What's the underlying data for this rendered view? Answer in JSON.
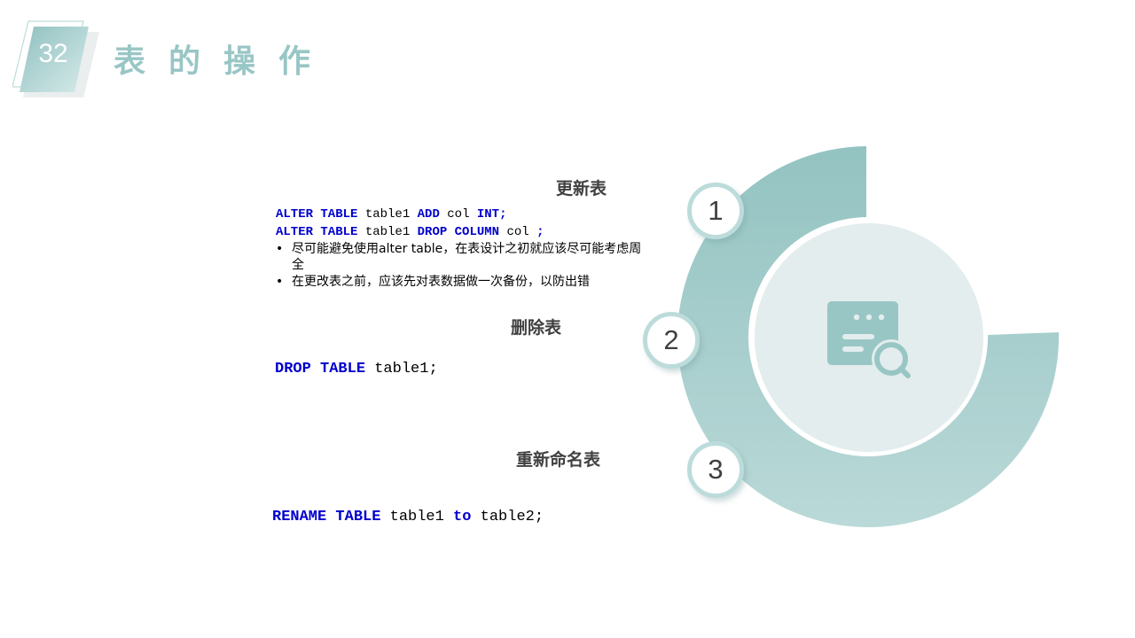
{
  "header": {
    "slide_number": "32",
    "title": "表的操作"
  },
  "sections": {
    "update": {
      "heading": "更新表",
      "code_line_1": {
        "kw1": "ALTER TABLE",
        "t1": " table1 ",
        "kw2": "ADD",
        "t2": " col ",
        "kw3": "INT;"
      },
      "code_line_2": {
        "kw1": "ALTER TABLE",
        "t1": " table1 ",
        "kw2": "DROP COLUMN",
        "t2": " col ",
        "kw3": ";"
      },
      "bullets": [
        "尽可能避免使用alter table，在表设计之初就应该尽可能考虑周全",
        "在更改表之前，应该先对表数据做一次备份，以防出错"
      ]
    },
    "drop": {
      "heading": "删除表",
      "code": {
        "kw": "DROP TABLE",
        "rest": " table1;"
      }
    },
    "rename": {
      "heading": "重新命名表",
      "code": {
        "kw1": "RENAME TABLE",
        "t1": " table1 ",
        "kw2": "to",
        "t2": " table2;"
      }
    }
  },
  "steps": [
    "1",
    "2",
    "3"
  ],
  "colors": {
    "accent": "#98c6c5",
    "accent_light": "#bcdcdb",
    "inner_circle": "#e3eded",
    "keyword": "#0000cc",
    "heading_text": "#404040"
  },
  "icons": {
    "center": "document-search-icon"
  }
}
